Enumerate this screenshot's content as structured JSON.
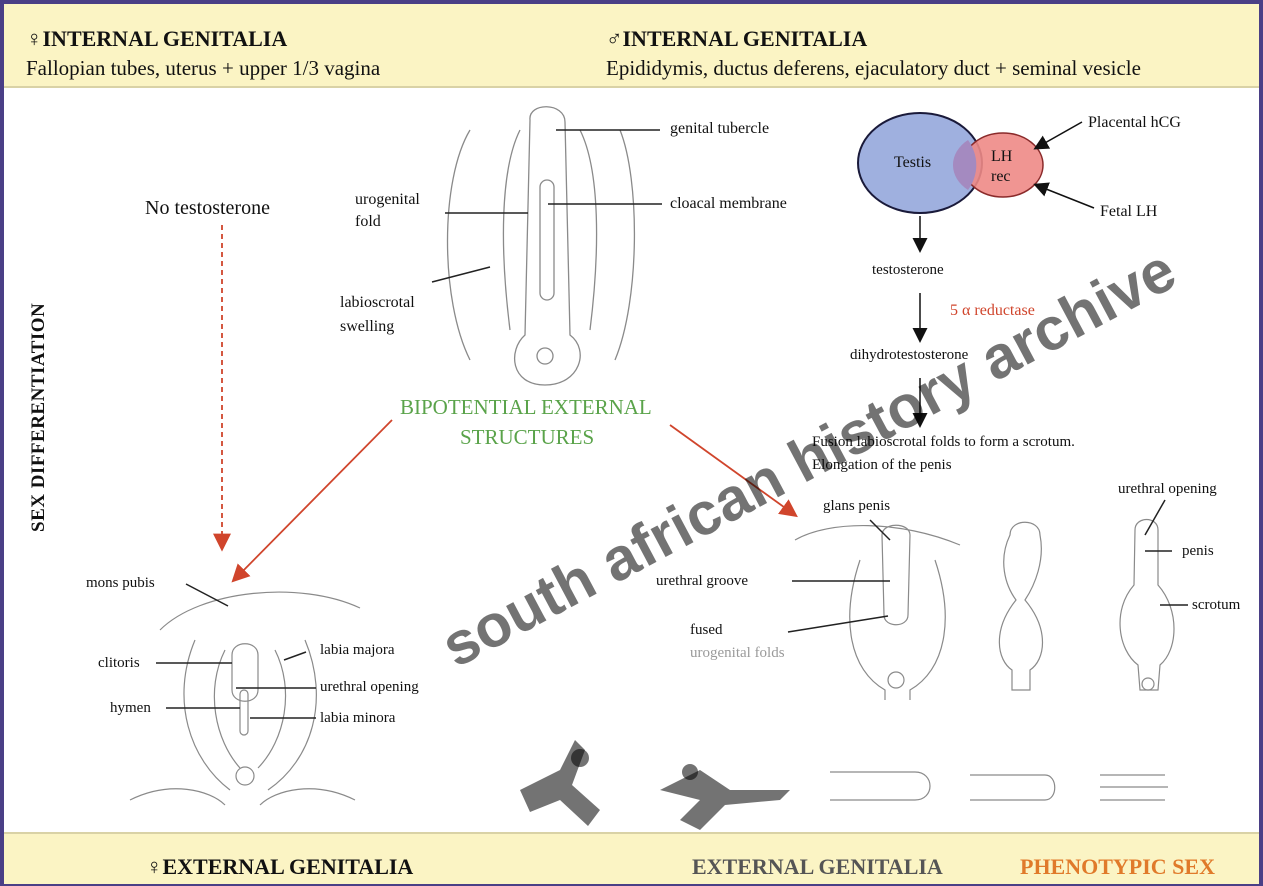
{
  "header": {
    "female_internal_title": "♀INTERNAL GENITALIA",
    "female_internal_sub": "Fallopian tubes, uterus + upper 1/3 vagina",
    "male_internal_title": "♂INTERNAL GENITALIA",
    "male_internal_sub": "Epididymis, ductus deferens, ejaculatory duct + seminal vesicle"
  },
  "side_label": "SEX DIFFERENTIATION",
  "bipotential": {
    "title_line1": "BIPOTENTIAL EXTERNAL",
    "title_line2": "STRUCTURES",
    "genital_tubercle": "genital tubercle",
    "urogenital_fold_1": "urogenital",
    "urogenital_fold_2": "fold",
    "cloacal_membrane": "cloacal membrane",
    "labioscrotal_1": "labioscrotal",
    "labioscrotal_2": "swelling"
  },
  "female_path": {
    "no_testosterone": "No testosterone",
    "mons_pubis": "mons pubis",
    "clitoris": "clitoris",
    "hymen": "hymen",
    "labia_majora": "labia majora",
    "urethral_opening": "urethral opening",
    "labia_minora": "labia minora"
  },
  "male_path": {
    "testis": "Testis",
    "lh_rec_1": "LH",
    "lh_rec_2": "rec",
    "placental_hcg": "Placental hCG",
    "fetal_lh": "Fetal LH",
    "testosterone": "testosterone",
    "reductase": "5 α reductase",
    "dht": "dihydrotestosterone",
    "fusion_1": "Fusion labioscrotal folds to form a  scrotum.",
    "fusion_2": "Elongation of the penis",
    "glans_penis": "glans penis",
    "urethral_groove": "urethral groove",
    "fused_1": "fused",
    "fused_2": "urogenital folds",
    "urethral_opening": "urethral opening",
    "penis": "penis",
    "scrotum": "scrotum"
  },
  "footer": {
    "female_external": "♀EXTERNAL GENITALIA",
    "male_external": "EXTERNAL GENITALIA",
    "phenotypic_sex": "PHENOTYPIC SEX"
  },
  "watermark": "south african history archive",
  "colors": {
    "border": "#4a3f86",
    "band": "#fbf4c4",
    "testis_fill": "#9fb0df",
    "lh_fill": "#ee8a86",
    "green_text": "#5aa34a",
    "red_arrow": "#d0452c",
    "phenotypic": "#e07a2a"
  }
}
